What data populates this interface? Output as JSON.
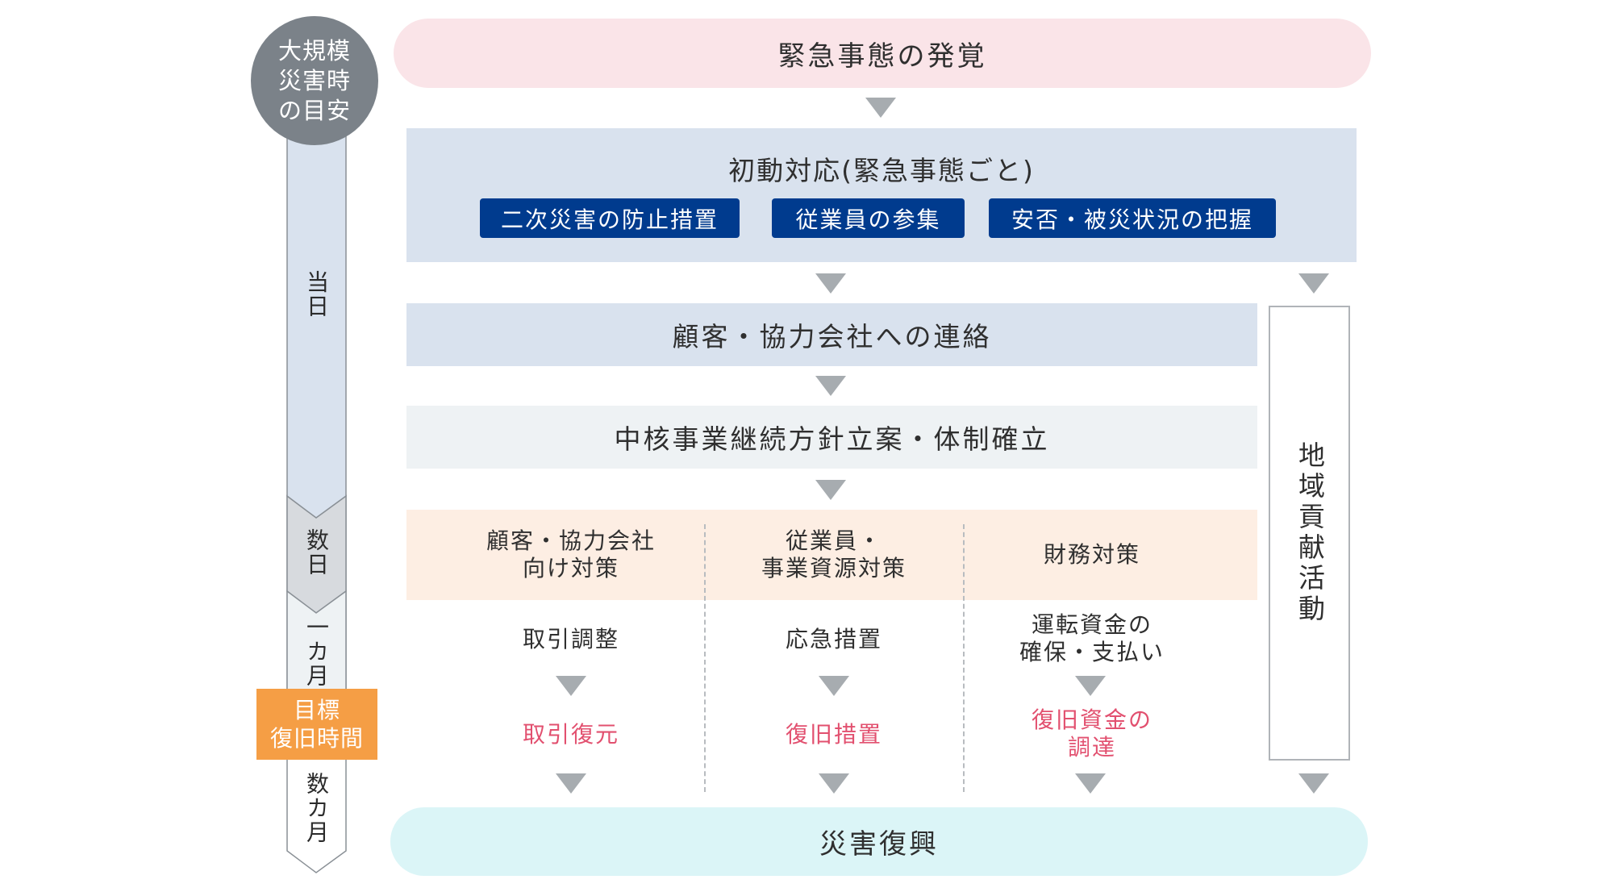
{
  "timeline": {
    "header": "大規模\n災害時\nの目安",
    "segments": [
      {
        "label": "当日",
        "color": "#d9e2ee"
      },
      {
        "label": "数日",
        "color": "#d7dade"
      },
      {
        "label": "一カ月",
        "color": "#eef2f4"
      },
      {
        "label": "数カ月",
        "color": "#ffffff"
      }
    ],
    "target_label": "目標\n復旧時間",
    "target_color": "#f59e45"
  },
  "flow": {
    "start": "緊急事態の発覚",
    "initial_response": {
      "title": "初動対応(緊急事態ごと)",
      "actions": [
        "二次災害の防止措置",
        "従業員の参集",
        "安否・被災状況の把握"
      ]
    },
    "contact": "顧客・協力会社への連絡",
    "policy": "中核事業継続方針立案・体制確立",
    "measures": [
      {
        "heading": "顧客・協力会社\n向け対策",
        "step": "取引調整",
        "result": "取引復元"
      },
      {
        "heading": "従業員・\n事業資源対策",
        "step": "応急措置",
        "result": "復旧措置"
      },
      {
        "heading": "財務対策",
        "step": "運転資金の\n確保・支払い",
        "result": "復旧資金の\n調達"
      }
    ],
    "community": "地域貢献活動",
    "end": "災害復興"
  },
  "colors": {
    "start_pill": "#fae4e8",
    "initial_block": "#d9e2ee",
    "action_button": "#003b8e",
    "policy_block": "#eef2f4",
    "measures_block": "#fdeee3",
    "result_text": "#e2506f",
    "end_pill": "#dbf5f7",
    "arrow": "#a7acb0"
  }
}
